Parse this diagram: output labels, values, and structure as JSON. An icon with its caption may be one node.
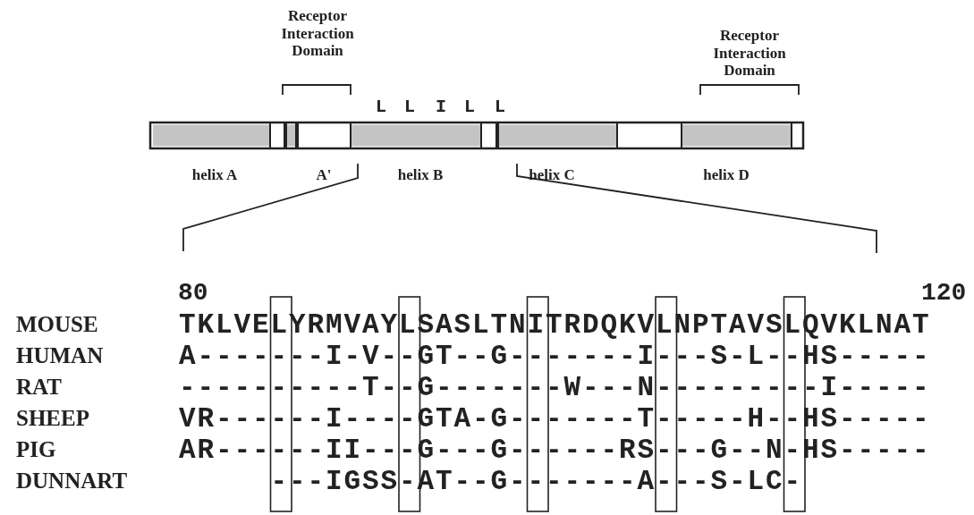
{
  "diagram": {
    "labels": [
      "Receptor Interaction Domain",
      "Receptor Interaction Domain",
      "L",
      "L",
      "I",
      "L",
      "L",
      "helix A",
      "A'",
      "helix B",
      "helix C",
      "helix D",
      "80",
      "120",
      "MOUSE",
      "TKLVELYRMVAYLSASLTNITRDQKVLNPTAVSLQVKLNAT",
      "HUMAN",
      "A-------I-V--GT--G-------I---S-L--HS-----",
      "RAT",
      "----------T--G-------W---N---------I-----",
      "SHEEP",
      "VR------I----GTA-G-------T-----H--HS-----",
      "PIG",
      "AR------II---G---G------RS---G--N-HS-----",
      "DUNNART",
      "---IGSS-AT--G-------A---S-LC-"
    ]
  }
}
